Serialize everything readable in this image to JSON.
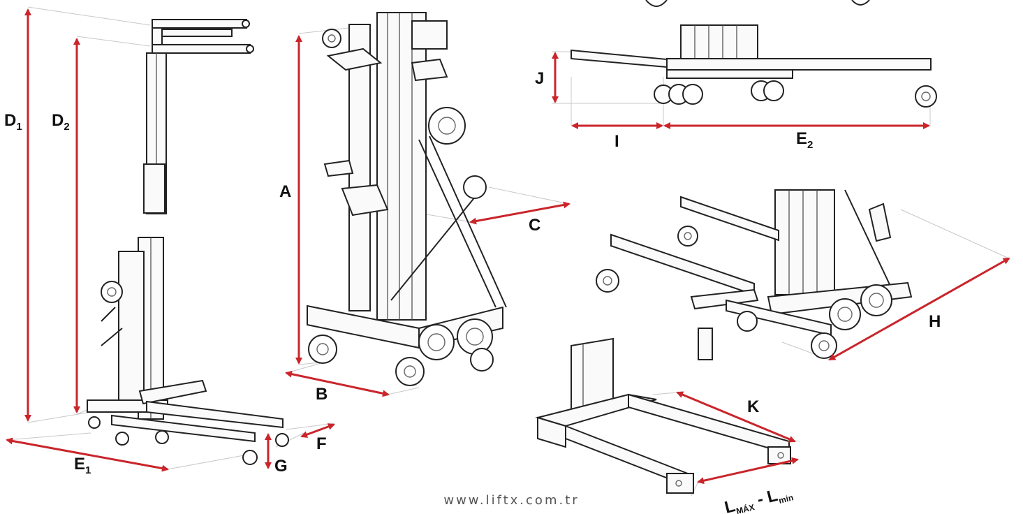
{
  "labels": {
    "d1": {
      "main": "D",
      "sub": "1"
    },
    "d2": {
      "main": "D",
      "sub": "2"
    },
    "e1": {
      "main": "E",
      "sub": "1"
    },
    "e2": {
      "main": "E",
      "sub": "2"
    },
    "a": "A",
    "b": "B",
    "c": "C",
    "f": "F",
    "g": "G",
    "h": "H",
    "i": "I",
    "j": "J",
    "k": "K",
    "l": {
      "main1": "L",
      "sub1": "MÁX",
      "dash": " - ",
      "main2": "L",
      "sub2": "min"
    }
  },
  "watermark": "www.liftx.com.tr",
  "colors": {
    "dimension_line": "#c9252b",
    "line_art": "#222222",
    "background": "#ffffff"
  },
  "figures": [
    {
      "name": "lift-front-view"
    },
    {
      "name": "lift-perspective-view"
    },
    {
      "name": "outrigger-top-view"
    },
    {
      "name": "base-perspective-view"
    },
    {
      "name": "fork-attachment-view"
    }
  ]
}
